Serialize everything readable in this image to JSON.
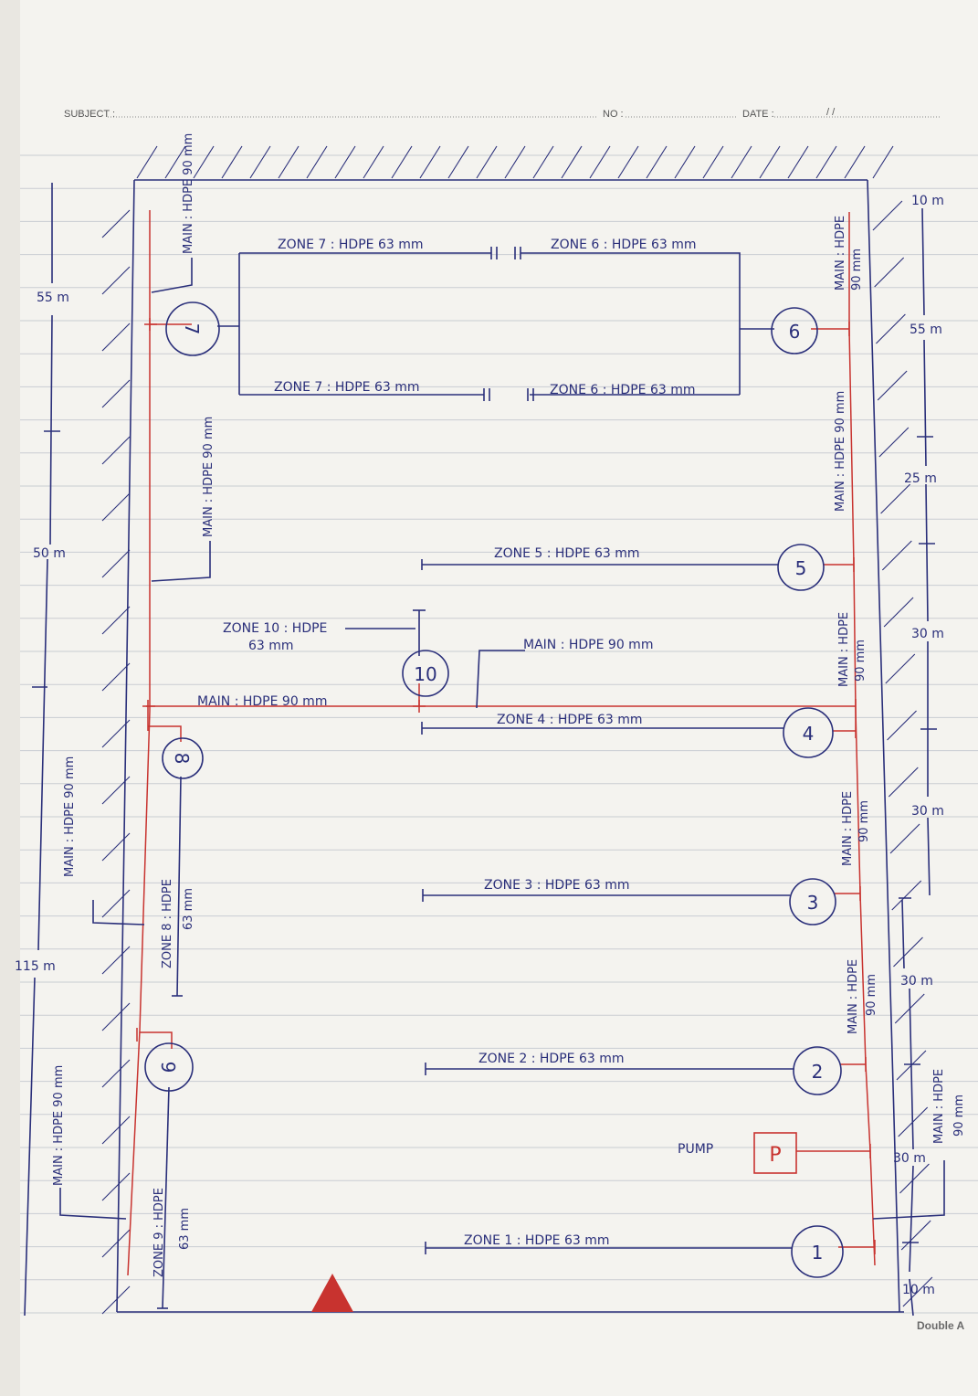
{
  "header": {
    "subject_label": "SUBJECT :",
    "no_label": "NO :",
    "date_label": "DATE :",
    "date_slashes": "/     /"
  },
  "zones": {
    "z7_top": "ZONE 7 : HDPE 63 mm",
    "z6_top": "ZONE 6 : HDPE 63 mm",
    "z7_bottom": "ZONE 7 : HDPE 63 mm",
    "z6_bottom": "ZONE 6 : HDPE 63 mm",
    "z5": "ZONE 5 : HDPE 63 mm",
    "z10_line1": "ZONE 10 : HDPE",
    "z10_line2": "63 mm",
    "z4": "ZONE 4 : HDPE 63 mm",
    "z3": "ZONE 3 : HDPE 63 mm",
    "z2": "ZONE 2 : HDPE 63 mm",
    "z1": "ZONE 1 : HDPE 63 mm",
    "z8_line1": "ZONE 8 : HDPE",
    "z8_line2": "63 mm",
    "z9_line1": "ZONE 9 : HDPE",
    "z9_line2": "63 mm"
  },
  "mains": {
    "top_left": "MAIN : HDPE 90 mm",
    "left_mid": "MAIN : HDPE 90 mm",
    "horizontal": "MAIN : HDPE 90 mm",
    "center": "MAIN : HDPE 90 mm",
    "left_outer_upper": "MAIN : HDPE 90 mm",
    "left_outer_lower": "MAIN : HDPE 90 mm",
    "right_top_line1": "MAIN : HDPE",
    "right_top_line2": "90 mm",
    "right_long": "MAIN : HDPE 90 mm",
    "right_4_line1": "MAIN : HDPE",
    "right_4_line2": "90 mm",
    "right_3_line1": "MAIN : HDPE",
    "right_3_line2": "90 mm",
    "right_2_line1": "MAIN : HDPE",
    "right_2_line2": "90 mm",
    "far_right_line1": "MAIN : HDPE",
    "far_right_line2": "90 mm"
  },
  "valves": [
    "1",
    "2",
    "3",
    "4",
    "5",
    "6",
    "7",
    "8",
    "9",
    "10"
  ],
  "pump": {
    "label": "PUMP",
    "symbol": "P"
  },
  "dimensions": {
    "left_55": "55 m",
    "left_50": "50 m",
    "left_115": "115 m",
    "right_10_top": "10 m",
    "right_55": "55 m",
    "right_25": "25 m",
    "right_30_a": "30 m",
    "right_30_b": "30 m",
    "right_30_c": "30 m",
    "right_30_d": "30 m",
    "right_10_bottom": "10 m"
  },
  "brand": "Double A",
  "colors": {
    "ink": "#2a2f7a",
    "main_pipe": "#c8332f",
    "rule": "#c9ccd2"
  }
}
